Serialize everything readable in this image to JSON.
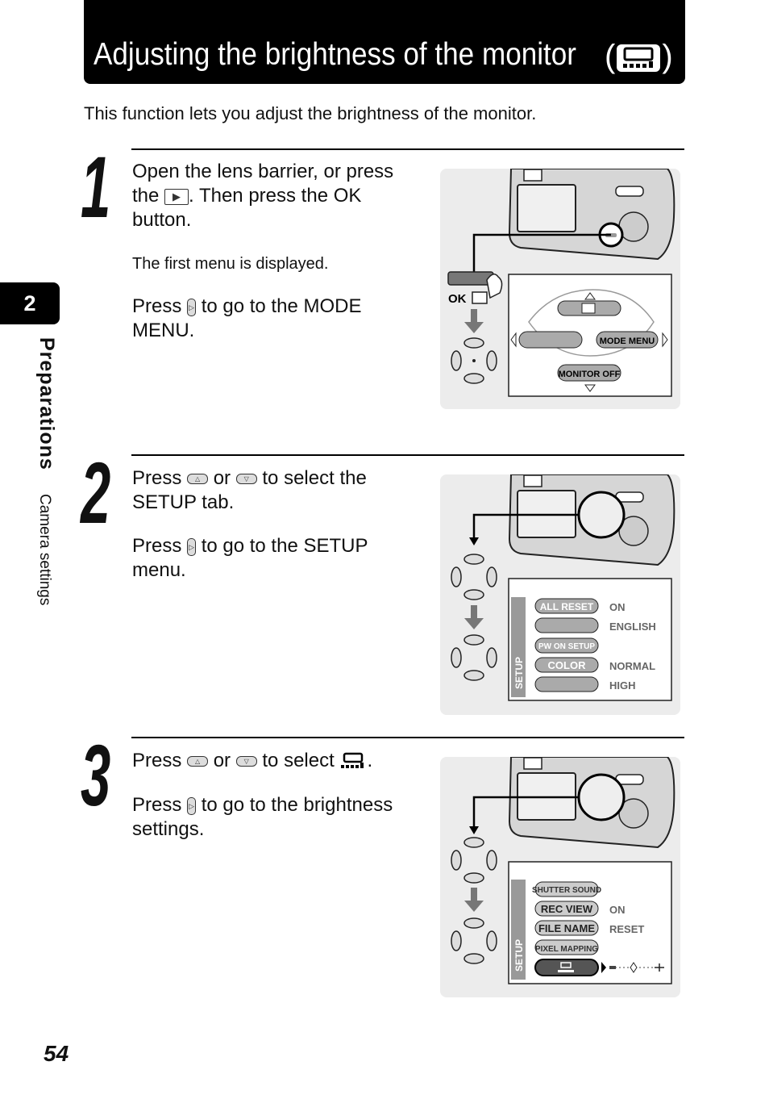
{
  "header": {
    "title": "Adjusting the brightness of the monitor",
    "title_icon": "monitor-brightness-icon"
  },
  "intro": "This function lets you adjust the brightness of the monitor.",
  "sidebar": {
    "chapter_number": "2",
    "chapter_label": "Preparations",
    "section_label": "Camera settings"
  },
  "steps": [
    {
      "number": "1",
      "line1": "Open the lens barrier, or press",
      "line2a": "the",
      "line2b": ". Then press the OK",
      "line3": "button.",
      "note": "The first menu is displayed.",
      "press_a": "Press",
      "press_b": "to go to the MODE",
      "press_c": "MENU.",
      "figure": {
        "ok_label": "OK",
        "menu_right": "MODE MENU",
        "menu_bottom": "MONITOR OFF"
      }
    },
    {
      "number": "2",
      "l1a": "Press",
      "l1b": "or",
      "l1c": "to select the",
      "l1d": "SETUP tab.",
      "l2a": "Press",
      "l2b": "to go to the SETUP",
      "l2c": "menu.",
      "figure": {
        "tab_label": "SETUP",
        "rows": [
          {
            "name": "ALL RESET",
            "value": "ON"
          },
          {
            "name": "",
            "value": "ENGLISH"
          },
          {
            "name": "PW ON SETUP",
            "value": ""
          },
          {
            "name": "COLOR",
            "value": "NORMAL"
          },
          {
            "name": "",
            "value": "HIGH"
          }
        ]
      }
    },
    {
      "number": "3",
      "l1a": "Press",
      "l1b": "or",
      "l1c": "to select",
      "l1d": ".",
      "l2a": "Press",
      "l2b": "to go to the brightness",
      "l2c": "settings.",
      "figure": {
        "tab_label": "SETUP",
        "rows": [
          {
            "name": "SHUTTER SOUND",
            "value": ""
          },
          {
            "name": "REC VIEW",
            "value": "ON"
          },
          {
            "name": "FILE NAME",
            "value": "RESET"
          },
          {
            "name": "PIXEL MAPPING",
            "value": ""
          }
        ]
      }
    }
  ],
  "page_number": "54"
}
